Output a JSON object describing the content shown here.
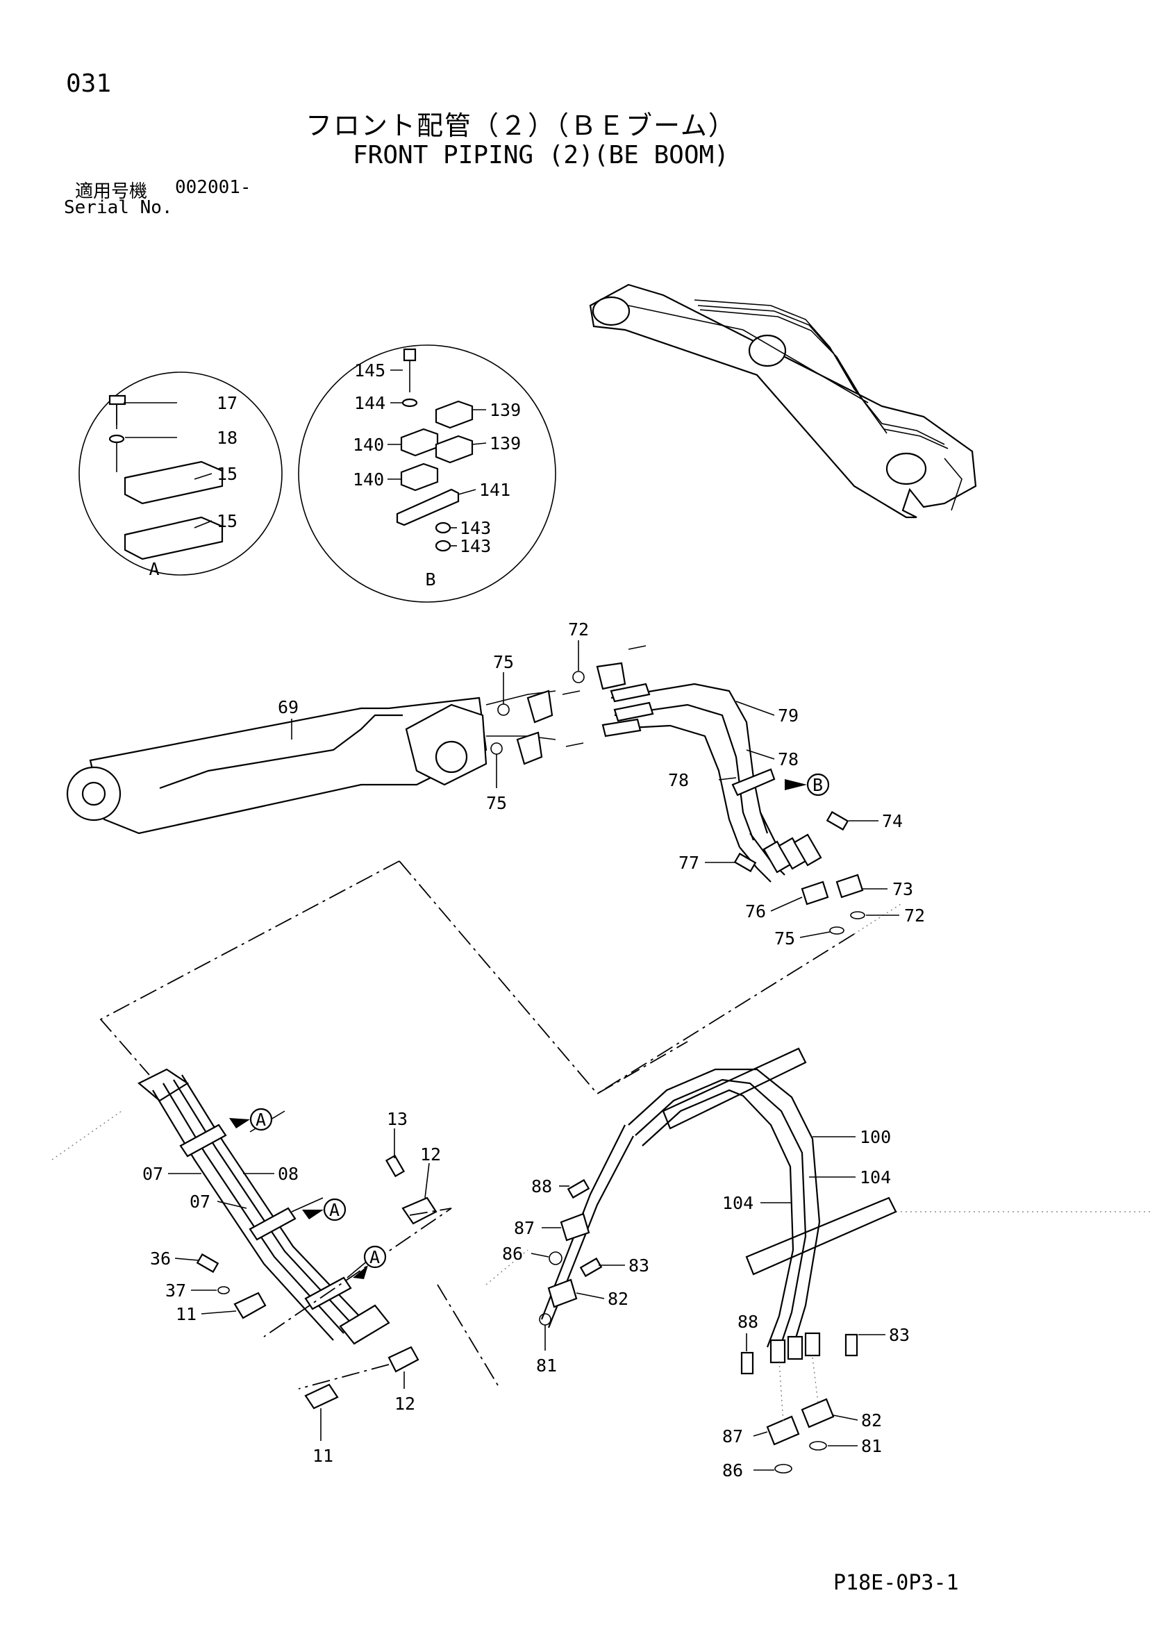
{
  "header": {
    "page_number": "031",
    "title_jp": "フロント配管（２）（ＢＥブーム）",
    "title_en": "FRONT PIPING (2)(BE BOOM)",
    "serial_label_jp": "適用号機",
    "serial_value": "002001-",
    "serial_label_en": "Serial No."
  },
  "details": {
    "a": {
      "letter": "A"
    },
    "b": {
      "letter": "B"
    }
  },
  "callouts": {
    "p17": "17",
    "p18": "18",
    "p15a": "15",
    "p15b": "15",
    "p145": "145",
    "p144": "144",
    "p139a": "139",
    "p140a": "140",
    "p139b": "139",
    "p140b": "140",
    "p141": "141",
    "p143a": "143",
    "p143b": "143",
    "p72a": "72",
    "p75a": "75",
    "p69": "69",
    "p79": "79",
    "p78a": "78",
    "p78b": "78",
    "p75b": "75",
    "pB": "B",
    "p74": "74",
    "p77": "77",
    "p73": "73",
    "p76": "76",
    "p72b": "72",
    "p75c": "75",
    "pA1": "A",
    "pA2": "A",
    "pA3": "A",
    "p07a": "07",
    "p08": "08",
    "p07b": "07",
    "p13": "13",
    "p12a": "12",
    "p36": "36",
    "p37": "37",
    "p11a": "11",
    "p12b": "12",
    "p11b": "11",
    "p88a": "88",
    "p87a": "87",
    "p86a": "86",
    "p83a": "83",
    "p82a": "82",
    "p81a": "81",
    "p100": "100",
    "p104a": "104",
    "p104b": "104",
    "p88b": "88",
    "p83b": "83",
    "p82b": "82",
    "p87b": "87",
    "p81b": "81",
    "p86b": "86"
  },
  "footer": {
    "code": "P18E-0P3-1"
  }
}
